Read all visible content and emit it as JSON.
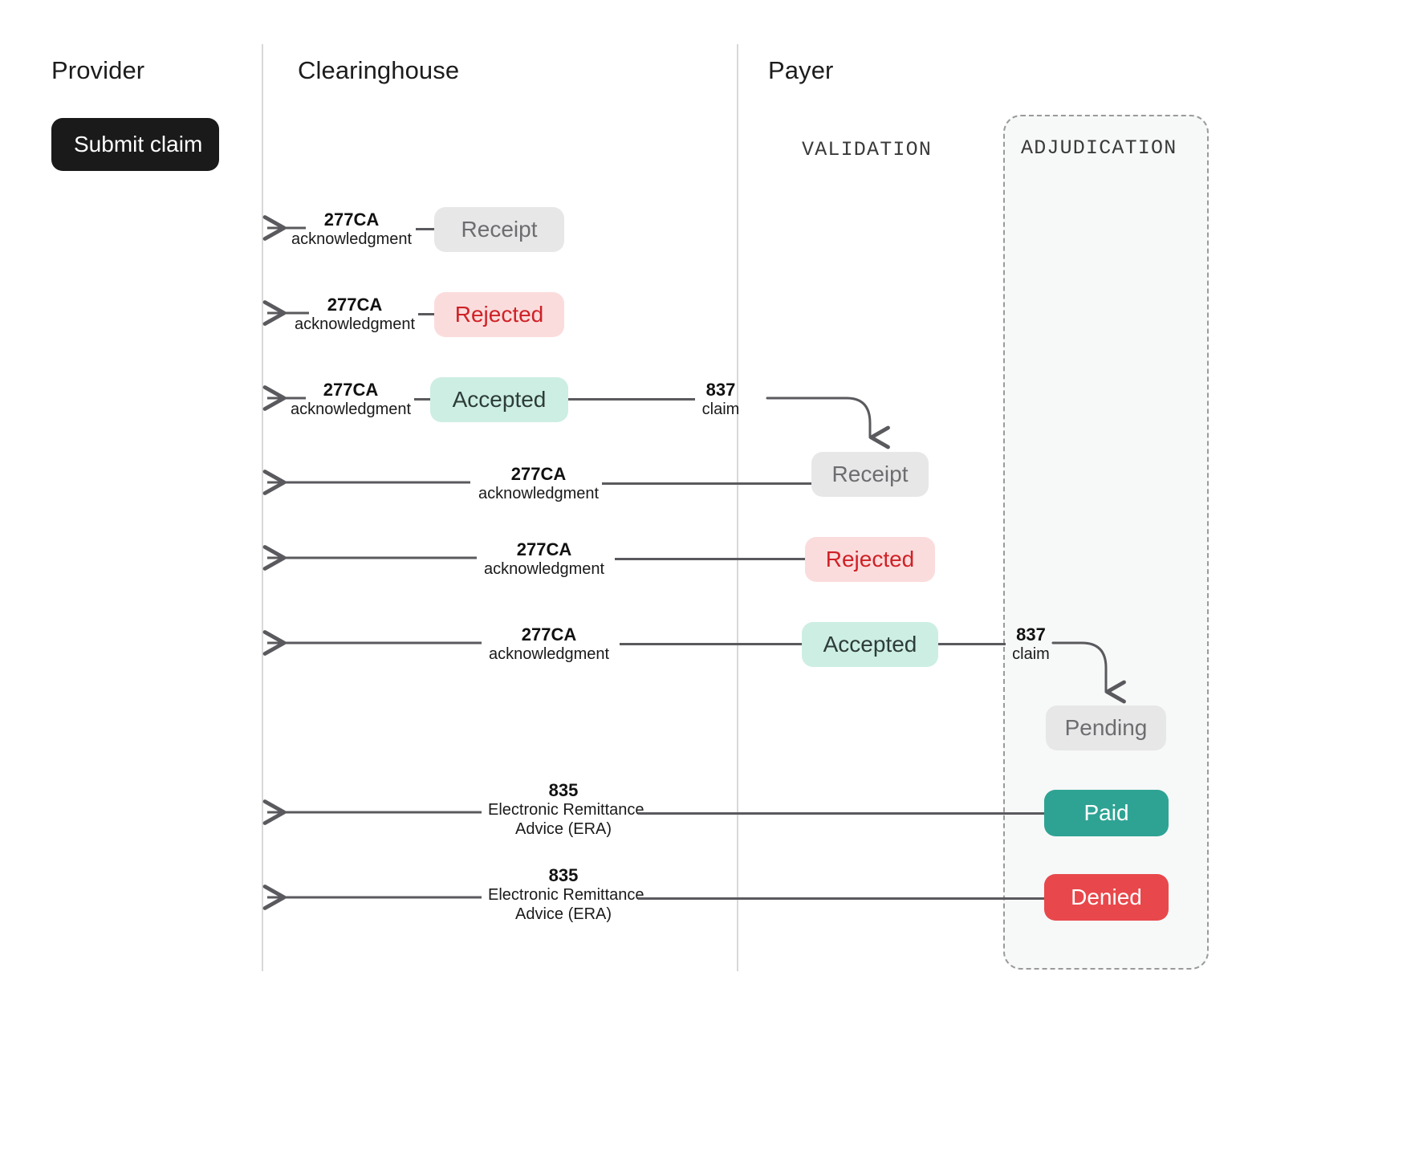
{
  "lanes": [
    {
      "key": "provider",
      "title": "Provider"
    },
    {
      "key": "clearinghouse",
      "title": "Clearinghouse"
    },
    {
      "key": "payer",
      "title": "Payer"
    }
  ],
  "provider": {
    "submit_button": "Submit claim"
  },
  "sections": {
    "validation": "VALIDATION",
    "adjudication": "ADJUDICATION"
  },
  "messages": {
    "ack_code": "277CA",
    "ack_desc": "acknowledgment",
    "claim_code": "837",
    "claim_desc": "claim",
    "era_code": "835",
    "era_desc_line1": "Electronic Remittance",
    "era_desc_line2": "Advice (ERA)"
  },
  "clearinghouse_statuses": [
    {
      "label": "Receipt",
      "kind": "neutral"
    },
    {
      "label": "Rejected",
      "kind": "rejected"
    },
    {
      "label": "Accepted",
      "kind": "accepted"
    }
  ],
  "payer_validation_statuses": [
    {
      "label": "Receipt",
      "kind": "neutral"
    },
    {
      "label": "Rejected",
      "kind": "rejected"
    },
    {
      "label": "Accepted",
      "kind": "accepted"
    }
  ],
  "payer_adjudication_statuses": [
    {
      "label": "Pending",
      "kind": "neutral"
    },
    {
      "label": "Paid",
      "kind": "paid"
    },
    {
      "label": "Denied",
      "kind": "denied"
    }
  ],
  "colors": {
    "neutral_bg": "#e7e7e8",
    "neutral_text": "#6d6d70",
    "rejected_bg": "#fbdcdc",
    "rejected_text": "#cf2127",
    "accepted_bg": "#cdeee3",
    "accepted_text": "#2d3c39",
    "paid_bg": "#2ea394",
    "denied_bg": "#e8484b",
    "button_bg": "#1a1a1a",
    "line": "#5a5a5e",
    "divider": "#d8d8d8"
  }
}
